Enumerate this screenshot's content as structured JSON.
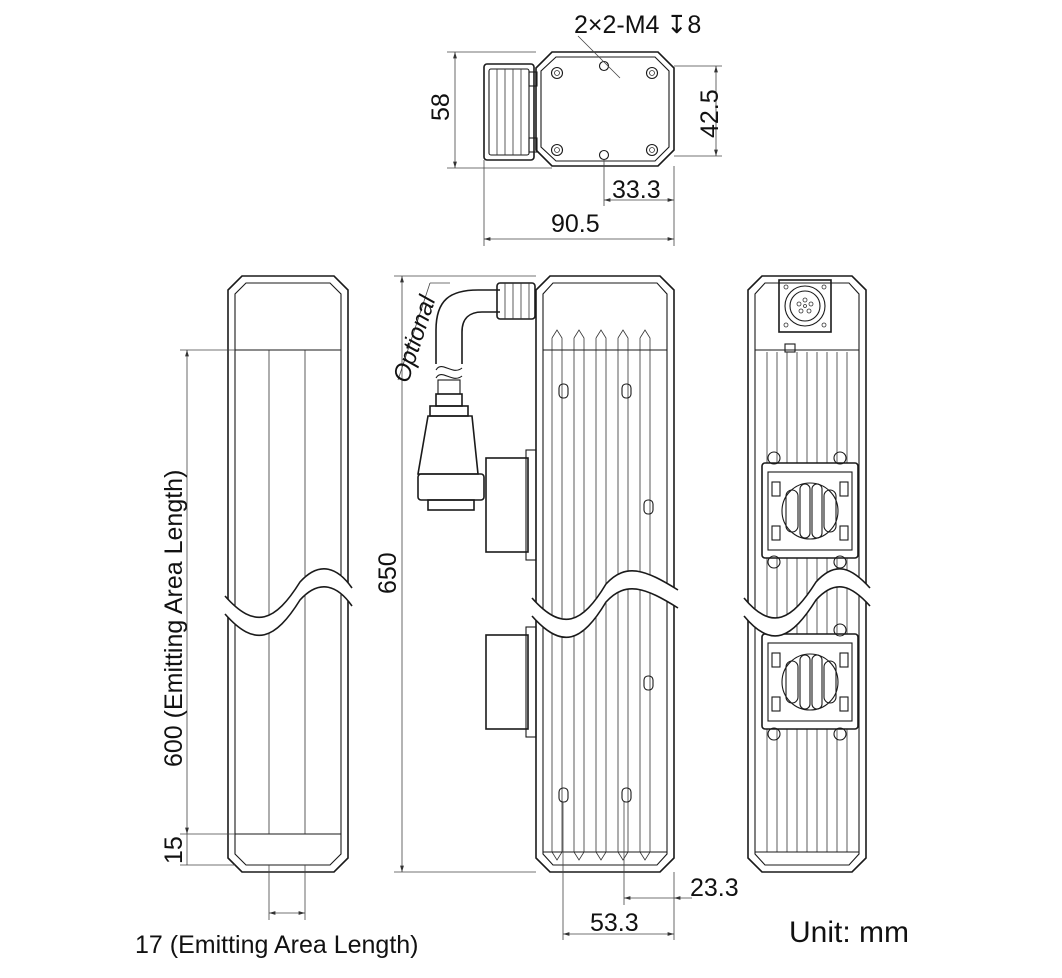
{
  "labels": {
    "thread_spec": "2×2-M4 ↧8",
    "height_58": "58",
    "height_42_5": "42.5",
    "width_33_3": "33.3",
    "width_90_5": "90.5",
    "emitting_length_600": "600 (Emitting Area Length)",
    "offset_15": "15",
    "length_650": "650",
    "optional": "Optional",
    "width_23_3": "23.3",
    "width_53_3": "53.3",
    "emitting_width_17": "17 (Emitting Area Length)",
    "unit": "Unit: mm"
  }
}
